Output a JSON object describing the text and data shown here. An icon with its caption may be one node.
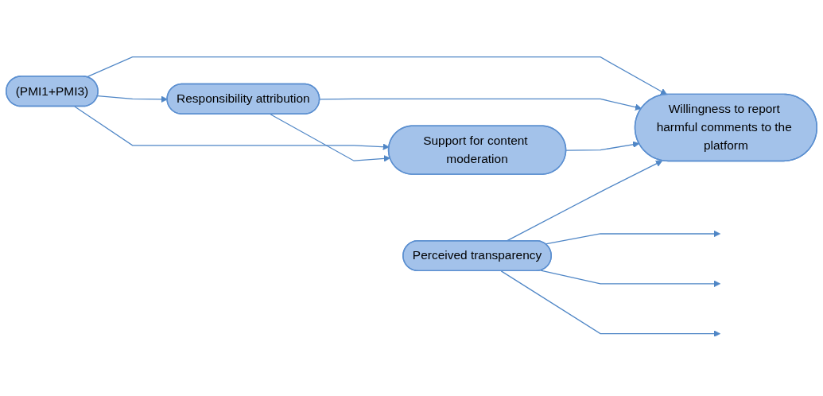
{
  "diagram": {
    "nodes": [
      {
        "text": [
          "Responsibility attribution"
        ]
      },
      {
        "text": [
          "Support for content moderation"
        ]
      },
      {
        "text": [
          "(PMI1+PMI3)"
        ]
      },
      {
        "text": [
          "Willingness to report harmful comments to the platform"
        ]
      },
      {
        "text": [
          "Perceived transparency"
        ]
      }
    ],
    "edges": [
      {
        "from": 2,
        "to": 0,
        "arrow": "to"
      },
      {
        "from": 2,
        "to": 1,
        "arrow": "to"
      },
      {
        "from": 2,
        "to": 3,
        "arrow": "to"
      },
      {
        "from": 0,
        "to": 1,
        "arrow": "to"
      },
      {
        "from": 0,
        "to": 3,
        "arrow": "to"
      },
      {
        "from": 1,
        "to": 3,
        "arrow": "to"
      },
      {
        "from": 4,
        "to": null,
        "arrow": "to"
      },
      {
        "from": 4,
        "to": null,
        "arrow": "to"
      },
      {
        "from": 4,
        "to": null,
        "arrow": "to"
      },
      {
        "from": 4,
        "to": 3,
        "arrow": "to"
      }
    ]
  }
}
